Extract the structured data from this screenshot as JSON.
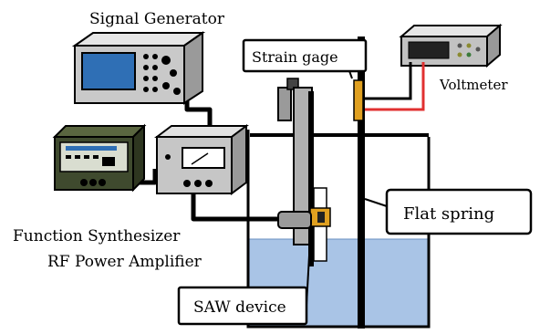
{
  "labels": {
    "signal_generator": "Signal Generator",
    "strain_gage": "Strain gage",
    "voltmeter": "Voltmeter",
    "flat_spring": "Flat spring",
    "function_synthesizer": "Function Synthesizer",
    "rf_power_amplifier": "RF Power Amplifier",
    "saw_device": "SAW device"
  },
  "colors": {
    "signal_generator_body": "#c9c9c9",
    "signal_generator_screen": "#2f6fb5",
    "synthesizer_body": "#3f4a2e",
    "synthesizer_panel": "#d9ddd0",
    "amplifier_body": "#c6c6c6",
    "voltmeter_body": "#c2c2c2",
    "water": "#a9c4e6",
    "strain_gage": "#e0a020",
    "red_wire": "#e03030",
    "cable": "#000000",
    "holder": "#9a9a9a"
  }
}
